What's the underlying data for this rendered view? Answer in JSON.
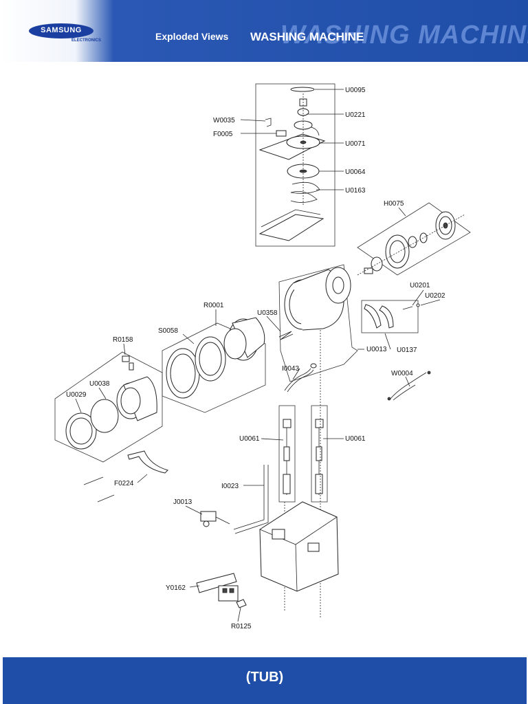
{
  "header": {
    "brand": "SAMSUNG",
    "brand_sub": "ELECTRONICS",
    "section": "Exploded Views",
    "product": "WASHING MACHINE",
    "watermark": "WASHING MACHINE"
  },
  "footer": {
    "title": "(TUB)"
  },
  "parts": {
    "U0095": "U0095",
    "U0221": "U0221",
    "W0035": "W0035",
    "F0005": "F0005",
    "U0071": "U0071",
    "U0064": "U0064",
    "U0163": "U0163",
    "H0075": "H0075",
    "U0201": "U0201",
    "U0202": "U0202",
    "R0001": "R0001",
    "U0358": "U0358",
    "S0058": "S0058",
    "R0158": "R0158",
    "U0013": "U0013",
    "U0137": "U0137",
    "U0038": "U0038",
    "U0029": "U0029",
    "I0043": "I0043",
    "W0004": "W0004",
    "U0061_left": "U0061",
    "U0061_right": "U0061",
    "F0224": "F0224",
    "I0023": "I0023",
    "J0013": "J0013",
    "Y0162": "Y0162",
    "R0125": "R0125"
  }
}
